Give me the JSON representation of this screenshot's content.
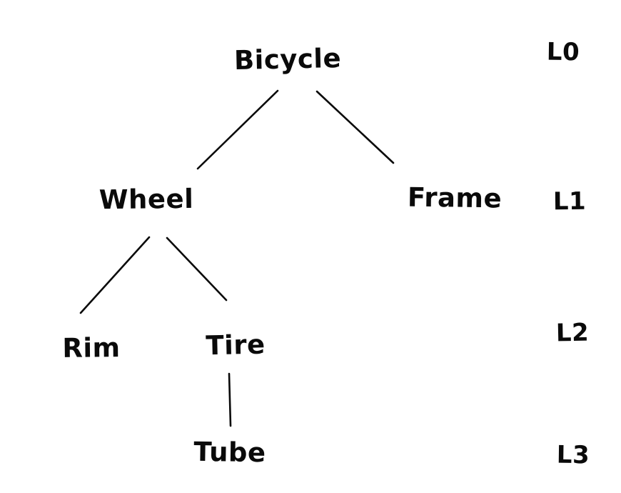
{
  "diagram": {
    "type": "tree",
    "style": "hand-drawn",
    "ink_color": "#0a0a0a",
    "background_color": "#ffffff",
    "nodes": [
      {
        "id": "bicycle",
        "label": "Bicycle",
        "level": "L0",
        "parent": null
      },
      {
        "id": "wheel",
        "label": "Wheel",
        "level": "L1",
        "parent": "bicycle"
      },
      {
        "id": "frame",
        "label": "Frame",
        "level": "L1",
        "parent": "bicycle"
      },
      {
        "id": "rim",
        "label": "Rim",
        "level": "L2",
        "parent": "wheel"
      },
      {
        "id": "tire",
        "label": "Tire",
        "level": "L2",
        "parent": "wheel"
      },
      {
        "id": "tube",
        "label": "Tube",
        "level": "L3",
        "parent": "tire"
      }
    ],
    "edges": [
      {
        "from": "bicycle",
        "to": "wheel"
      },
      {
        "from": "bicycle",
        "to": "frame"
      },
      {
        "from": "wheel",
        "to": "rim"
      },
      {
        "from": "wheel",
        "to": "tire"
      },
      {
        "from": "tire",
        "to": "tube"
      }
    ],
    "level_labels": [
      "L0",
      "L1",
      "L2",
      "L3"
    ]
  }
}
